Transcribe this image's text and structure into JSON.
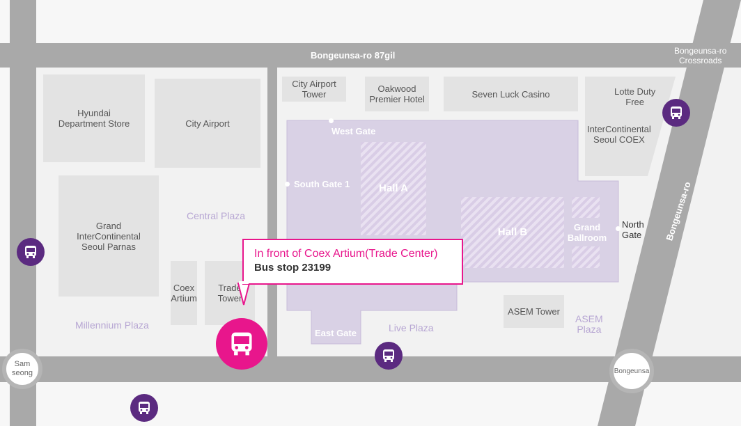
{
  "roads": {
    "top": "Bongeunsa-ro 87gil",
    "right": "Bongeunsa-ro",
    "crossroads": [
      "Bongeunsa-ro",
      "Crossroads"
    ]
  },
  "stations": {
    "left": [
      "Sam",
      "seong"
    ],
    "right": "Bongeunsa"
  },
  "buildings": {
    "hyundai": [
      "Hyundai",
      "Department Store"
    ],
    "city_airport": "City Airport",
    "grand_intercontinental": [
      "Grand",
      "InterContinental",
      "Seoul Parnas"
    ],
    "coex_artium": [
      "Coex",
      "Artium"
    ],
    "trade_tower": [
      "Trade",
      "Tower"
    ],
    "city_airport_tower": [
      "City Airport",
      "Tower"
    ],
    "oakwood": [
      "Oakwood",
      "Premier Hotel"
    ],
    "seven_luck": "Seven Luck Casino",
    "lotte": [
      "Lotte Duty",
      "Free"
    ],
    "intercontinental_coex": [
      "InterContinental",
      "Seoul COEX"
    ],
    "asem_tower": "ASEM Tower"
  },
  "plazas": {
    "central": "Central Plaza",
    "millennium": "Millennium Plaza",
    "live": "Live Plaza",
    "asem": [
      "ASEM",
      "Plaza"
    ]
  },
  "coex": {
    "hall_a": "Hall A",
    "hall_b": "Hall B",
    "grand_ballroom": [
      "Grand",
      "Ballroom"
    ],
    "west_gate": "West Gate",
    "south_gate": "South Gate 1",
    "east_gate": "East Gate",
    "north_gate": [
      "North",
      "Gate"
    ]
  },
  "callout": {
    "line1": "In front of Coex Artium(Trade Center)",
    "line2": "Bus stop 23199"
  },
  "colors": {
    "highlight": "#e8168c",
    "bus": "#5b2a80",
    "coex": "#d9d1e5",
    "road": "#a9a9a9"
  },
  "icons": [
    "bus-icon"
  ]
}
